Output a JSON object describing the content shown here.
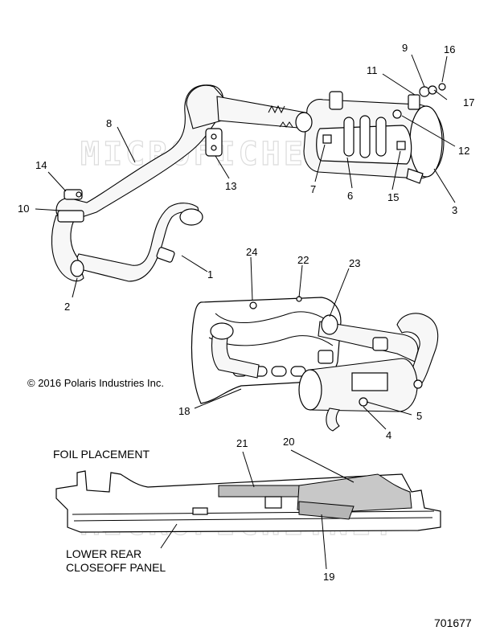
{
  "diagram": {
    "part_numbers": {
      "p1": "1",
      "p2": "2",
      "p3": "3",
      "p4": "4",
      "p5": "5",
      "p6": "6",
      "p7": "7",
      "p8": "8",
      "p9": "9",
      "p10": "10",
      "p11": "11",
      "p12": "12",
      "p13": "13",
      "p14": "14",
      "p15": "15",
      "p16": "16",
      "p17": "17",
      "p18": "18",
      "p19": "19",
      "p20": "20",
      "p21": "21",
      "p22": "22",
      "p23": "23",
      "p24": "24"
    },
    "copyright": "© 2016 Polaris Industries Inc.",
    "foil_placement": "FOIL PLACEMENT",
    "lower_rear_line1": "LOWER REAR",
    "lower_rear_line2": "CLOSEOFF PANEL",
    "drawing_number": "701677",
    "watermark_text": "MICROFICHE.NET"
  }
}
